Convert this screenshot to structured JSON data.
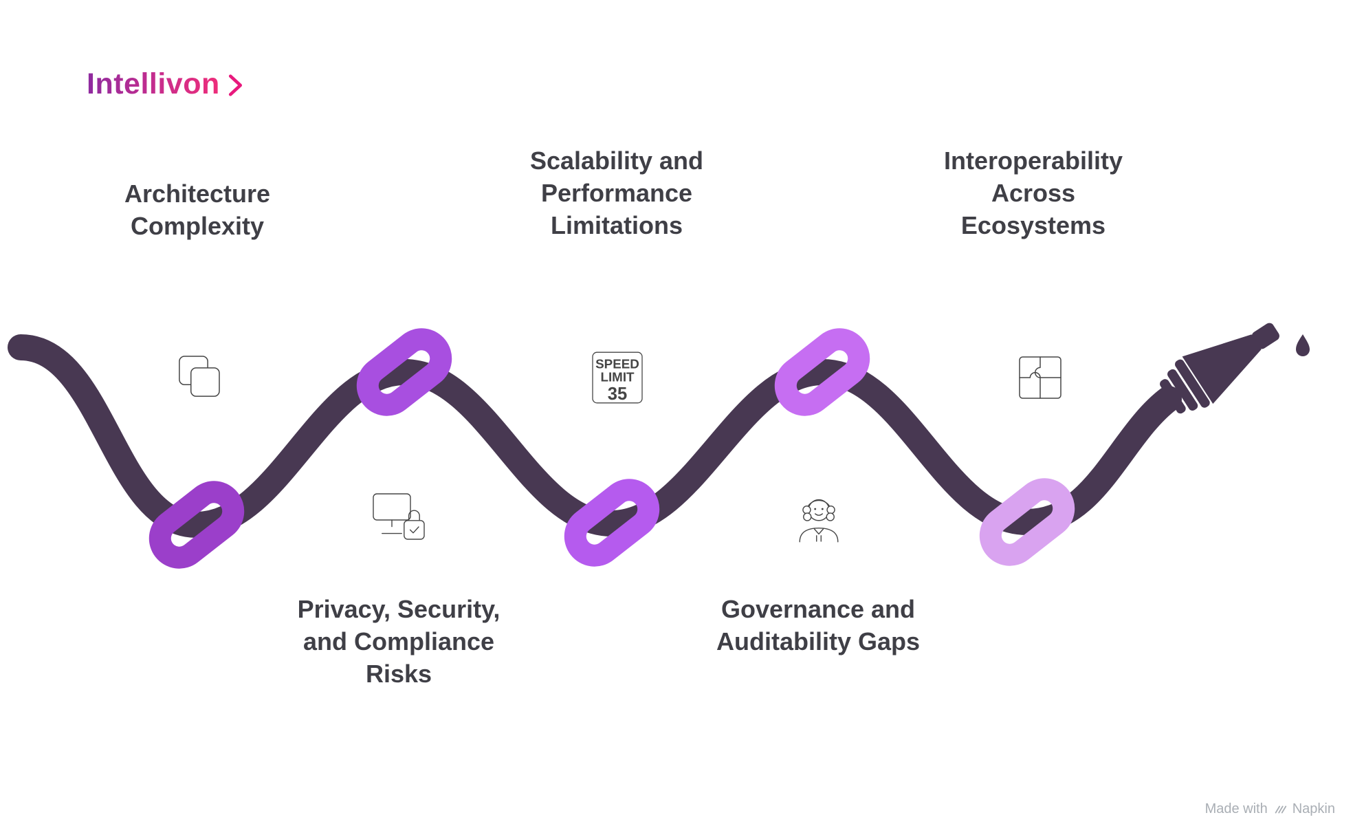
{
  "logo": {
    "text": "Intellivon"
  },
  "items": [
    {
      "id": "architecture",
      "label": "Architecture\nComplexity",
      "icon": "copy-icon"
    },
    {
      "id": "privacy",
      "label": "Privacy, Security,\nand Compliance\nRisks",
      "icon": "computer-lock-icon"
    },
    {
      "id": "scalability",
      "label": "Scalability and\nPerformance\nLimitations",
      "icon": "speed-limit-sign-icon"
    },
    {
      "id": "governance",
      "label": "Governance and\nAuditability Gaps",
      "icon": "judge-icon"
    },
    {
      "id": "interoperability",
      "label": "Interoperability\nAcross\nEcosystems",
      "icon": "puzzle-icon"
    }
  ],
  "speed_sign": {
    "line1": "SPEED",
    "line2": "LIMIT",
    "line3": "35"
  },
  "footer": {
    "made_with": "Made with",
    "brand": "Napkin"
  },
  "colors": {
    "rope": "#483852",
    "knots": [
      "#9b3fca",
      "#a84fe0",
      "#b55bee",
      "#c66ef2",
      "#d9a3f0"
    ],
    "accent": "#e8197d",
    "label": "#3f3f46",
    "icon": "#454545"
  }
}
